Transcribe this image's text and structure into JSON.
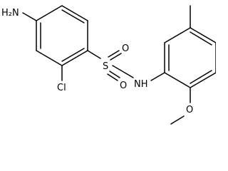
{
  "molecule": {
    "atoms": {
      "nh2": "H₂N",
      "cl": "Cl",
      "s": "S",
      "o_upper": "O",
      "o_lower": "O",
      "nh": "NH",
      "o_methoxy": "O"
    }
  }
}
